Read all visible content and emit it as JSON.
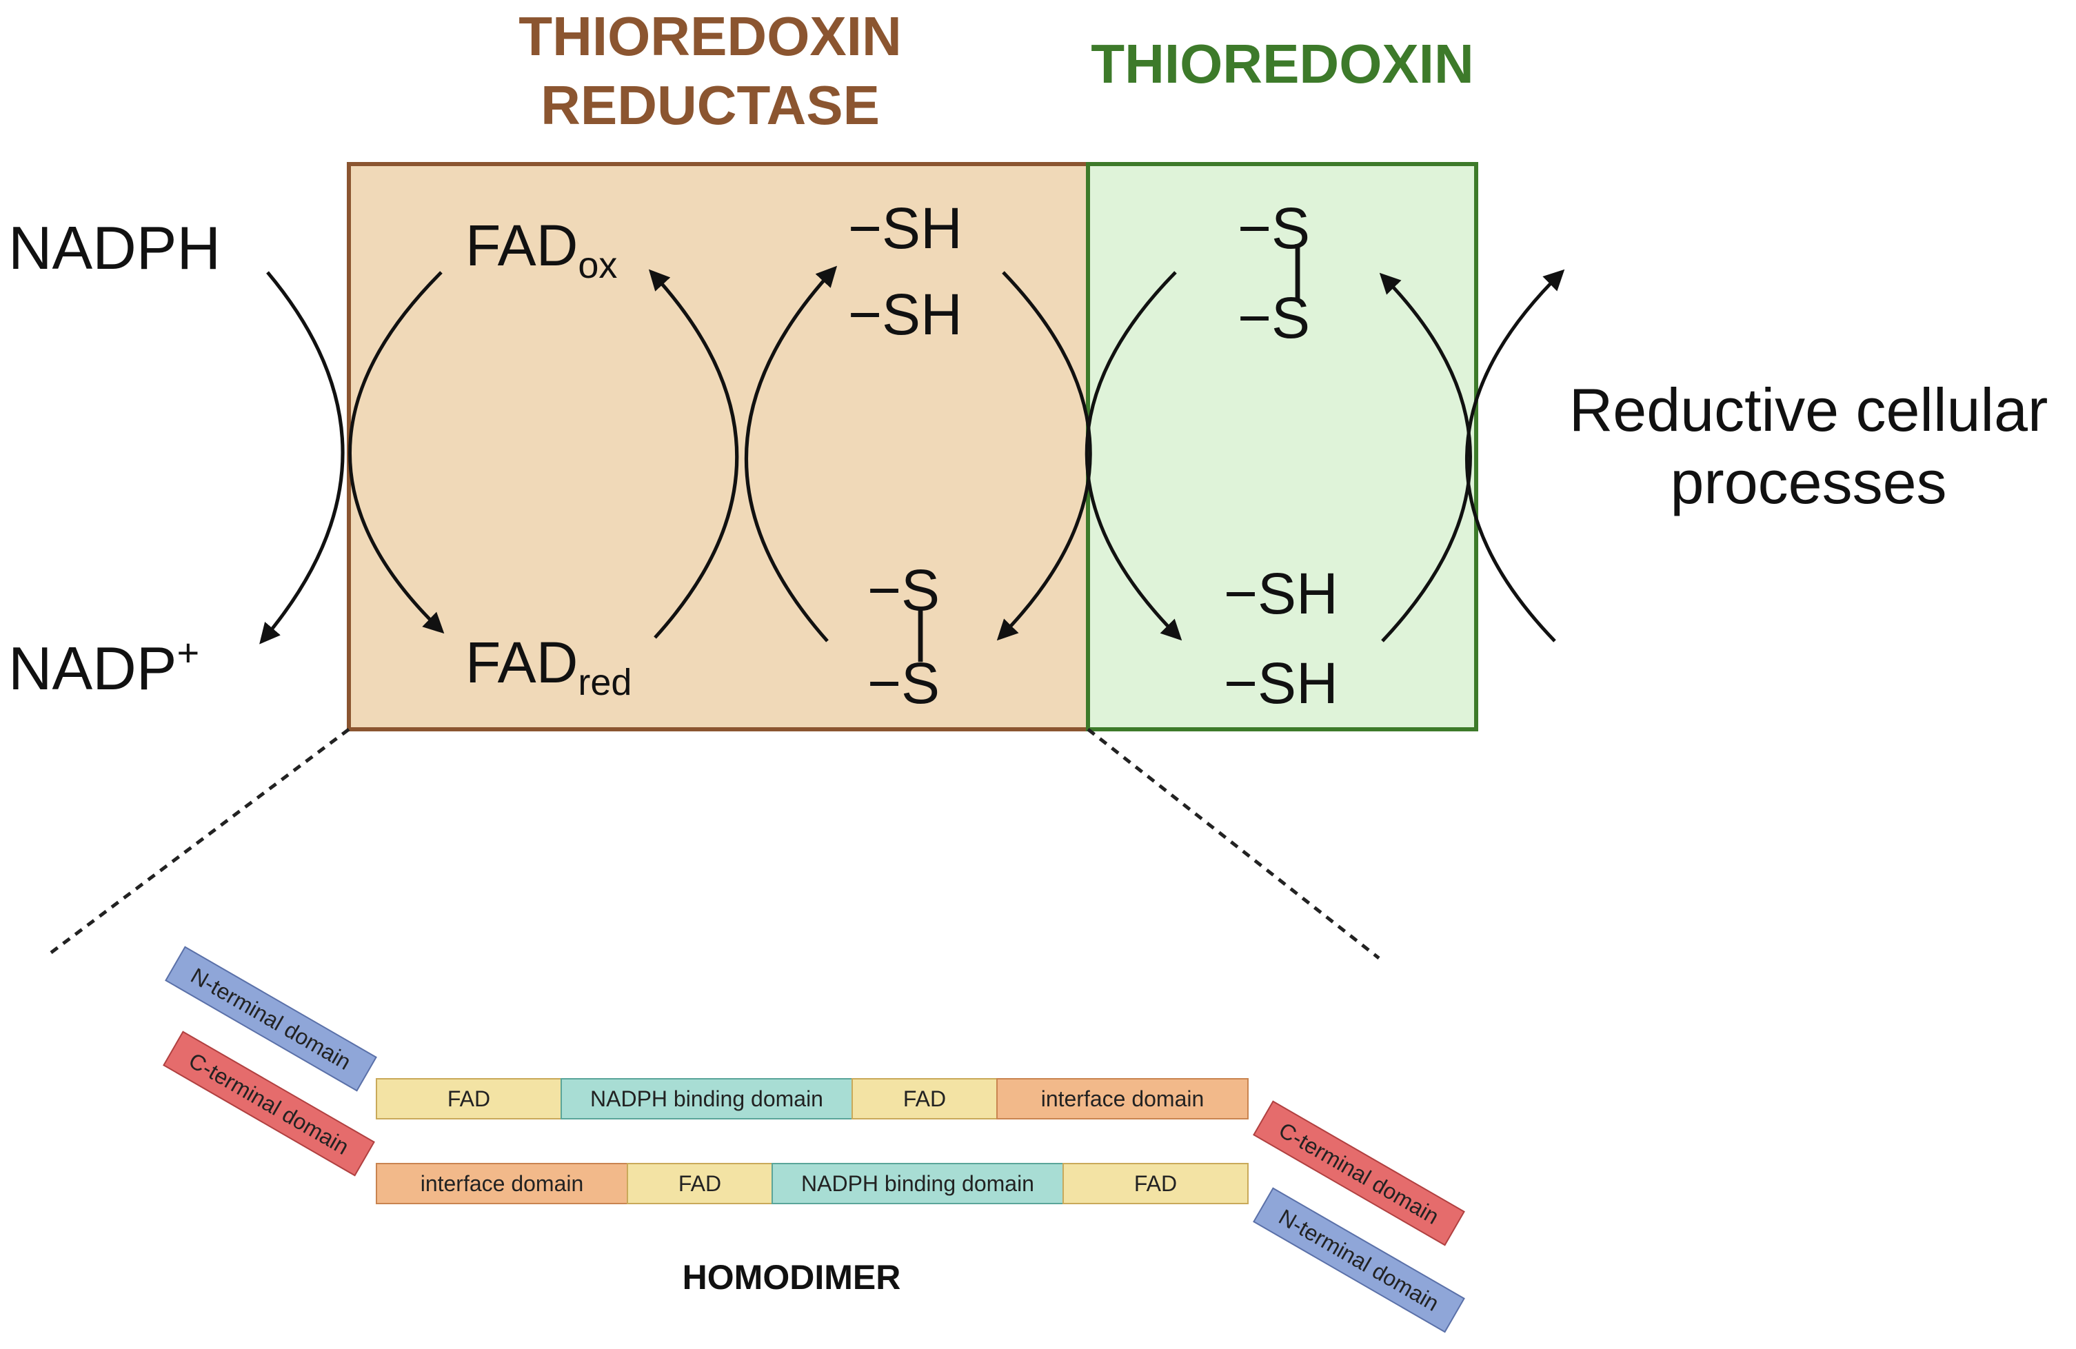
{
  "titles": {
    "thioredoxin_reductase_line1": "THIOREDOXIN",
    "thioredoxin_reductase_line2": "REDUCTASE",
    "thioredoxin": "THIOREDOXIN"
  },
  "left_labels": {
    "nadph": "NADPH",
    "nadp_base": "NADP",
    "nadp_sup": "+"
  },
  "right_labels": {
    "line1": "Reductive cellular",
    "line2": "processes"
  },
  "reductase_box": {
    "fad_ox_base": "FAD",
    "fad_ox_sub": "ox",
    "fad_red_base": "FAD",
    "fad_red_sub": "red",
    "thiol_top_1": "−SH",
    "thiol_top_2": "−SH",
    "disulfide_s1": "−S",
    "disulfide_s2": "−S",
    "disulfide_bond": "|"
  },
  "thioredoxin_box": {
    "disulfide_s1": "−S",
    "disulfide_s2": "−S",
    "disulfide_bond": "|",
    "thiol_bottom_1": "−SH",
    "thiol_bottom_2": "−SH"
  },
  "homodimer": {
    "label": "HOMODIMER",
    "top_strand": [
      "FAD",
      "NADPH binding domain",
      "FAD",
      "interface domain"
    ],
    "bottom_strand": [
      "interface domain",
      "FAD",
      "NADPH binding domain",
      "FAD"
    ],
    "terminal_labels": {
      "top_left_n": "N-terminal domain",
      "top_left_c": "C-terminal domain",
      "right_c": "C-terminal domain",
      "right_n": "N-terminal domain"
    }
  },
  "colors": {
    "reductase_fill": "#f0d9b8",
    "reductase_stroke": "#8b5530",
    "reductase_title": "#8b5530",
    "thioredoxin_fill": "#dff3d9",
    "thioredoxin_stroke": "#3d7a2a",
    "thioredoxin_title": "#3d7a2a",
    "fad_fill": "#f3e3a4",
    "nadph_fill": "#a8ddd4",
    "interface_fill": "#f2b98a",
    "n_terminal_fill": "#8fa6d8",
    "c_terminal_fill": "#e56c6c"
  }
}
